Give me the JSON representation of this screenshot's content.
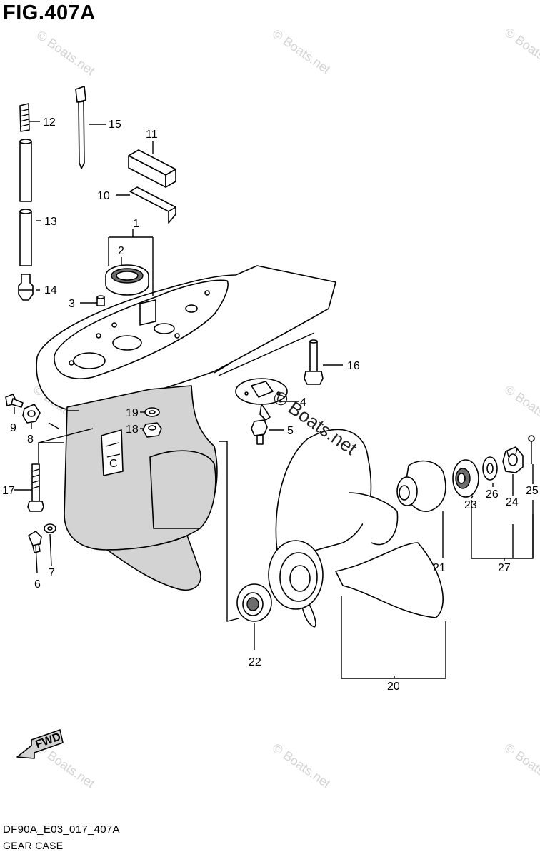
{
  "figure": {
    "title": "FIG.407A",
    "code": "DF90A_E03_017_407A",
    "caption": "GEAR CASE",
    "fwd_label": "FWD"
  },
  "watermarks": {
    "small": "© Boats.net",
    "large": "© Boats.net"
  },
  "labels": {
    "p1": "1",
    "p2": "2",
    "p3": "3",
    "p4": "4",
    "p5": "5",
    "p6": "6",
    "p7": "7",
    "p8": "8",
    "p9": "9",
    "p10": "10",
    "p11": "11",
    "p12": "12",
    "p13": "13",
    "p14": "14",
    "p15": "15",
    "p16": "16",
    "p17": "17",
    "p18": "18",
    "p19": "19",
    "p20": "20",
    "p21": "21",
    "p22": "22",
    "p23": "23",
    "p24": "24",
    "p25": "25",
    "p26": "26",
    "p27": "27"
  },
  "colors": {
    "line": "#000000",
    "shade": "#d3d3d3",
    "watermark": "#d4d4d4"
  }
}
